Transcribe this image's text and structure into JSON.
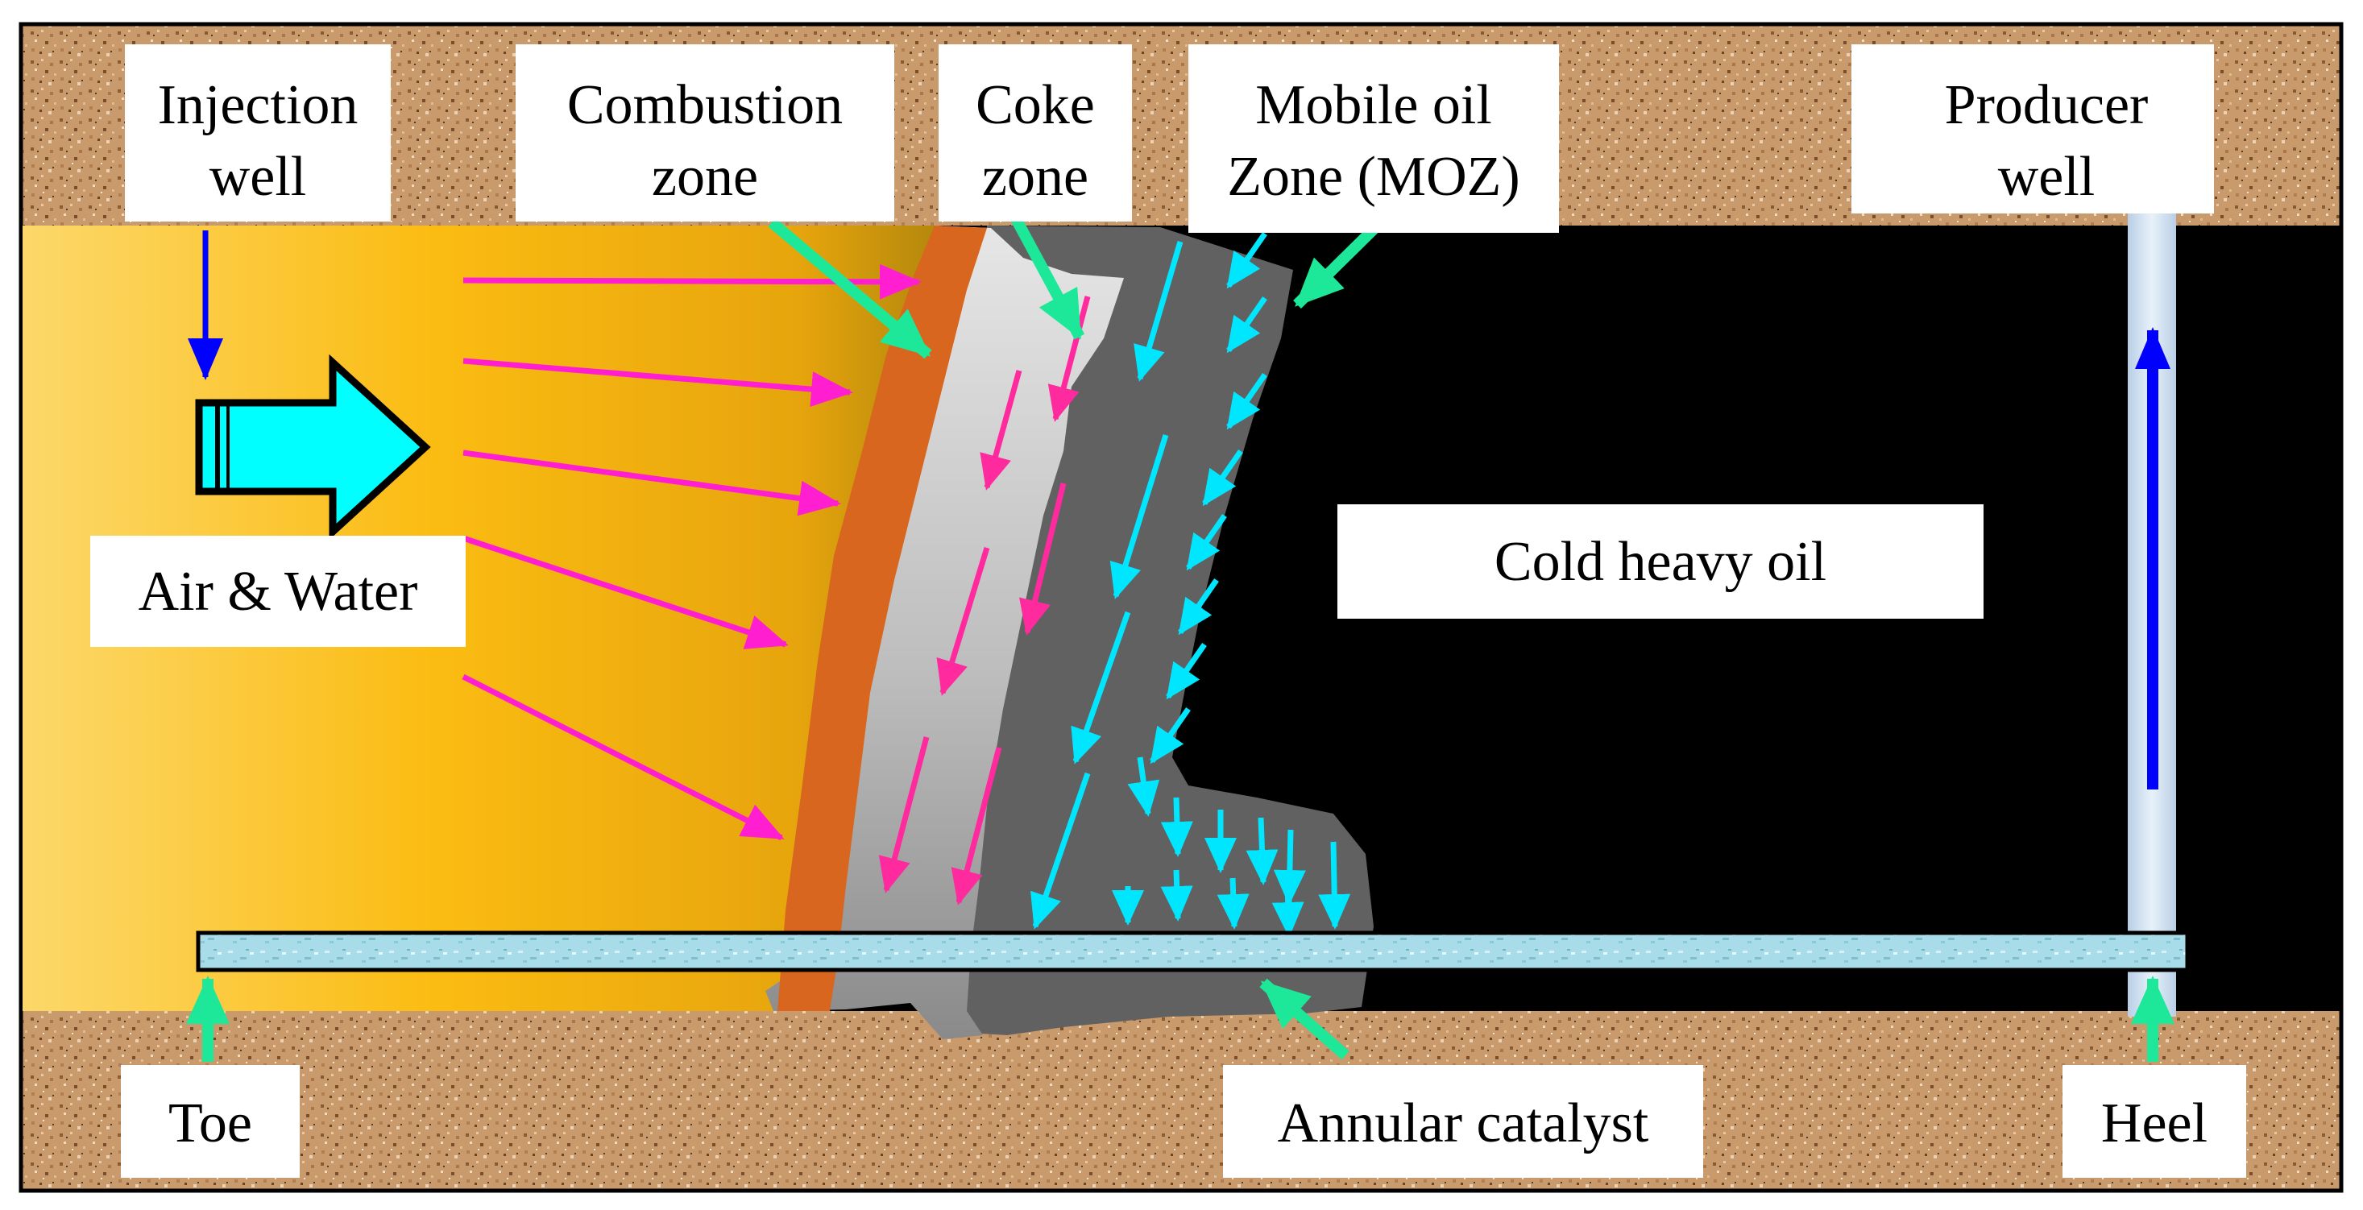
{
  "labels": {
    "injection_well": [
      "Injection",
      "well"
    ],
    "combustion_zone": [
      "Combustion",
      "zone"
    ],
    "coke_zone": [
      "Coke",
      "zone"
    ],
    "mobile_oil_zone": [
      "Mobile oil",
      "Zone (MOZ)"
    ],
    "producer_well": [
      "Producer",
      "well"
    ],
    "air_water": "Air & Water",
    "cold_heavy_oil": "Cold heavy oil",
    "toe": "Toe",
    "annular_catalyst": "Annular catalyst",
    "heel": "Heel"
  },
  "colors": {
    "soil": "#c99a6b",
    "soil_dark": "#8a5a32",
    "reservoir": "#000000",
    "burned_zone_light": "#fcd86a",
    "burned_zone_mid": "#fbbc12",
    "burned_zone_dark": "#c8920a",
    "combustion_front": "#d9661e",
    "coke_light": "#e0e0e0",
    "coke_dark": "#8a8a8a",
    "mobile_oil": "#616161",
    "gas_flow_arrow": "#ff1fd0",
    "coke_arrow": "#ff2a9e",
    "oil_flow_arrow": "#00e6ff",
    "pointer_arrow": "#1de89a",
    "well_arrow": "#0000ff",
    "air_arrow": "#00ffff",
    "producer_well": "#d8e6f4",
    "annular_catalyst": "#a8dce8"
  }
}
